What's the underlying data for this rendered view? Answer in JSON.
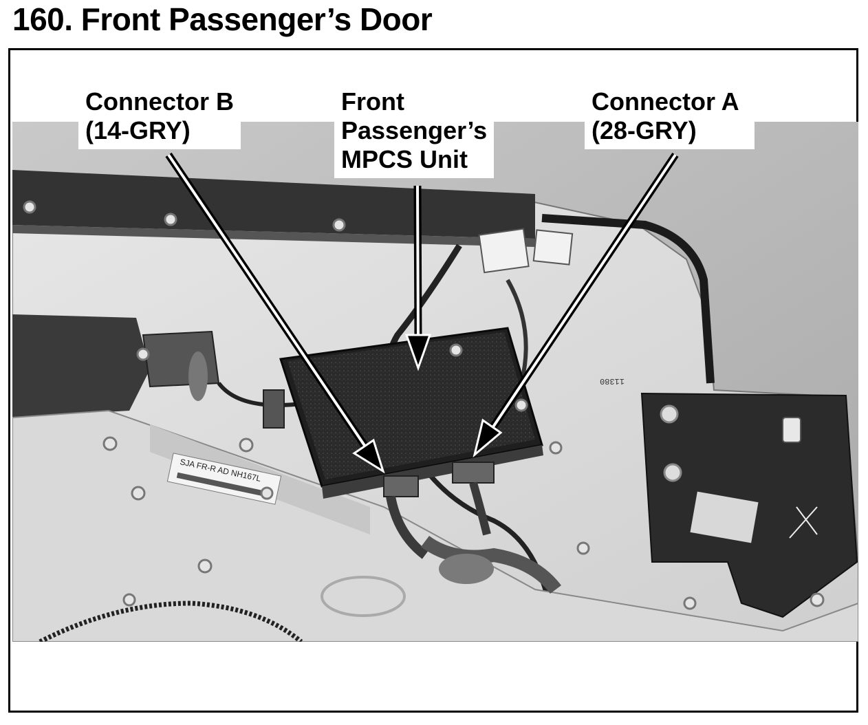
{
  "page_title": "160. Front Passenger’s Door",
  "callouts": {
    "connector_b": {
      "line1": "Connector B",
      "line2": "(14-GRY)"
    },
    "mpcs_unit": {
      "line1": "Front",
      "line2": "Passenger’s",
      "line3": "MPCS Unit"
    },
    "connector_a": {
      "line1": "Connector A",
      "line2": "(28-GRY)"
    }
  },
  "photo_markings": {
    "sticker_line1": "SJA FR-R AD    NH167L",
    "small_tag": "11380"
  }
}
